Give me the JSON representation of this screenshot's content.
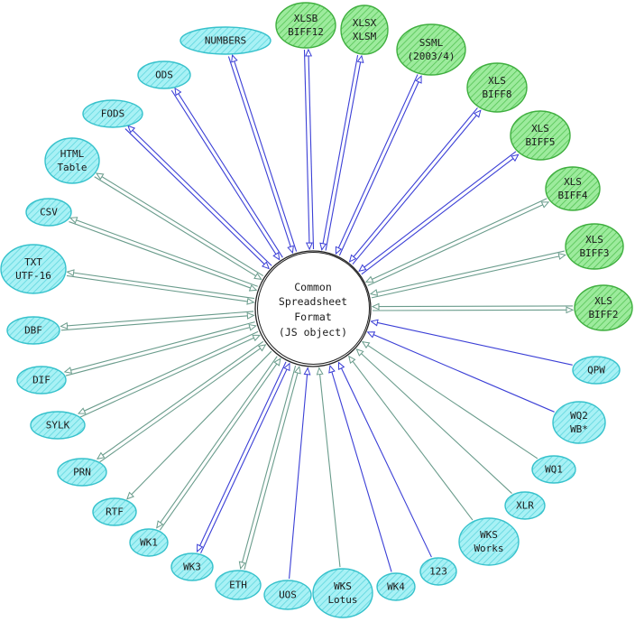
{
  "center": {
    "lines": [
      "Common",
      "Spreadsheet",
      "Format",
      "(JS object)"
    ]
  },
  "colors": {
    "xls_fill": "#7be07b",
    "xls_stroke": "#3faf3f",
    "fmt_fill": "#7fe8f0",
    "fmt_stroke": "#37c2cc",
    "arrow_blue": "#3b3fd6",
    "arrow_green": "#6a9c8c"
  },
  "nodes": [
    {
      "id": "xlsb",
      "lines": [
        "XLSB",
        "BIFF12"
      ],
      "kind": "xls",
      "arrows": "both",
      "color": "blue"
    },
    {
      "id": "xlsx",
      "lines": [
        "XLSX",
        "XLSM"
      ],
      "kind": "xls",
      "arrows": "both",
      "color": "blue"
    },
    {
      "id": "ssml",
      "lines": [
        "SSML",
        "(2003/4)"
      ],
      "kind": "xls",
      "arrows": "both",
      "color": "blue"
    },
    {
      "id": "biff8",
      "lines": [
        "XLS",
        "BIFF8"
      ],
      "kind": "xls",
      "arrows": "both",
      "color": "blue"
    },
    {
      "id": "biff5",
      "lines": [
        "XLS",
        "BIFF5"
      ],
      "kind": "xls",
      "arrows": "both",
      "color": "blue"
    },
    {
      "id": "biff4",
      "lines": [
        "XLS",
        "BIFF4"
      ],
      "kind": "xls",
      "arrows": "both",
      "color": "green"
    },
    {
      "id": "biff3",
      "lines": [
        "XLS",
        "BIFF3"
      ],
      "kind": "xls",
      "arrows": "both",
      "color": "green"
    },
    {
      "id": "biff2",
      "lines": [
        "XLS",
        "BIFF2"
      ],
      "kind": "xls",
      "arrows": "both",
      "color": "green"
    },
    {
      "id": "qpw",
      "lines": [
        "QPW"
      ],
      "kind": "fmt",
      "arrows": "in",
      "color": "blue"
    },
    {
      "id": "wq2",
      "lines": [
        "WQ2",
        "WB*"
      ],
      "kind": "fmt",
      "arrows": "in",
      "color": "blue"
    },
    {
      "id": "wq1",
      "lines": [
        "WQ1"
      ],
      "kind": "fmt",
      "arrows": "in",
      "color": "green"
    },
    {
      "id": "xlr",
      "lines": [
        "XLR"
      ],
      "kind": "fmt",
      "arrows": "in",
      "color": "green"
    },
    {
      "id": "wksw",
      "lines": [
        "WKS",
        "Works"
      ],
      "kind": "fmt",
      "arrows": "in",
      "color": "green"
    },
    {
      "id": "n123",
      "lines": [
        "123"
      ],
      "kind": "fmt",
      "arrows": "in",
      "color": "blue"
    },
    {
      "id": "wk4",
      "lines": [
        "WK4"
      ],
      "kind": "fmt",
      "arrows": "in",
      "color": "blue"
    },
    {
      "id": "wksl",
      "lines": [
        "WKS",
        "Lotus"
      ],
      "kind": "fmt",
      "arrows": "in",
      "color": "green"
    },
    {
      "id": "uos",
      "lines": [
        "UOS"
      ],
      "kind": "fmt",
      "arrows": "in",
      "color": "blue"
    },
    {
      "id": "eth",
      "lines": [
        "ETH"
      ],
      "kind": "fmt",
      "arrows": "both",
      "color": "green"
    },
    {
      "id": "wk3",
      "lines": [
        "WK3"
      ],
      "kind": "fmt",
      "arrows": "both",
      "color": "blue"
    },
    {
      "id": "wk1",
      "lines": [
        "WK1"
      ],
      "kind": "fmt",
      "arrows": "both",
      "color": "green"
    },
    {
      "id": "rtf",
      "lines": [
        "RTF"
      ],
      "kind": "fmt",
      "arrows": "out",
      "color": "green"
    },
    {
      "id": "prn",
      "lines": [
        "PRN"
      ],
      "kind": "fmt",
      "arrows": "both",
      "color": "green"
    },
    {
      "id": "sylk",
      "lines": [
        "SYLK"
      ],
      "kind": "fmt",
      "arrows": "both",
      "color": "green"
    },
    {
      "id": "dif",
      "lines": [
        "DIF"
      ],
      "kind": "fmt",
      "arrows": "both",
      "color": "green"
    },
    {
      "id": "dbf",
      "lines": [
        "DBF"
      ],
      "kind": "fmt",
      "arrows": "both",
      "color": "green"
    },
    {
      "id": "txt",
      "lines": [
        "TXT",
        "UTF-16"
      ],
      "kind": "fmt",
      "arrows": "both",
      "color": "green"
    },
    {
      "id": "csv",
      "lines": [
        "CSV"
      ],
      "kind": "fmt",
      "arrows": "both",
      "color": "green"
    },
    {
      "id": "html",
      "lines": [
        "HTML",
        "Table"
      ],
      "kind": "fmt",
      "arrows": "both",
      "color": "green"
    },
    {
      "id": "fods",
      "lines": [
        "FODS"
      ],
      "kind": "fmt",
      "arrows": "both",
      "color": "blue"
    },
    {
      "id": "ods",
      "lines": [
        "ODS"
      ],
      "kind": "fmt",
      "arrows": "both",
      "color": "blue"
    },
    {
      "id": "numbers",
      "lines": [
        "NUMBERS"
      ],
      "kind": "fmt",
      "arrows": "both",
      "color": "blue"
    }
  ]
}
